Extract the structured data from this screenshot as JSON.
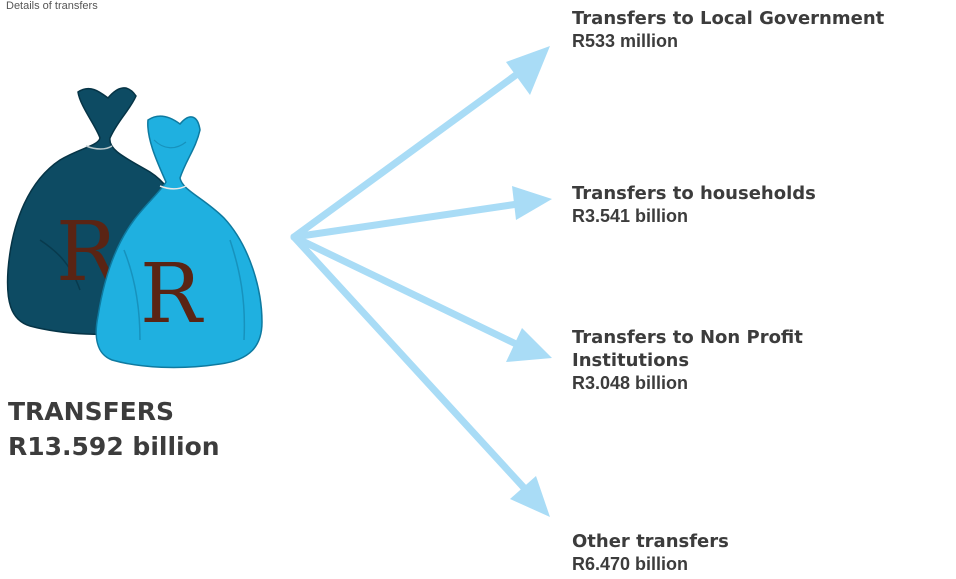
{
  "caption": "Details of transfers",
  "money_bag_letter": "R",
  "total": {
    "label": "TRANSFERS",
    "amount": "R13.592 billion"
  },
  "targets": [
    {
      "label": "Transfers to Local Government",
      "amount": "R533 million"
    },
    {
      "label": "Transfers to households",
      "amount": "R3.541 billion"
    },
    {
      "label": "Transfers to Non Profit Institutions",
      "amount": "R3.048 billion"
    },
    {
      "label": "Other transfers",
      "amount": "R6.470 billion"
    }
  ],
  "colors": {
    "arrow": "#a9dcf6",
    "bag_back": "#0d4b63",
    "bag_front": "#1fb0e0",
    "letter": "#5a2414"
  }
}
